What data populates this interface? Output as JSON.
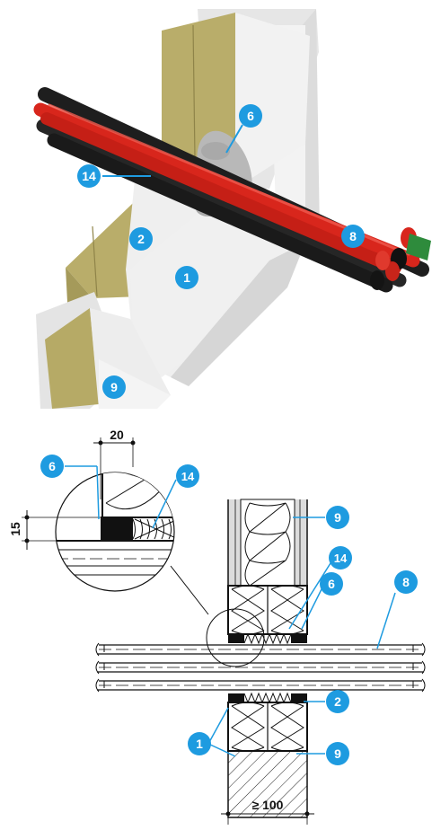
{
  "colors": {
    "badge": "#1e9be0",
    "cable_red": "#d8261c",
    "cable_black": "#222222",
    "cable_green": "#2e8b3c",
    "mineral_wool": "#b9ad6a",
    "board_white": "#eeeeee",
    "wall_grey": "#d8d8d8"
  },
  "render3d": {
    "badges": [
      "14",
      "6",
      "2",
      "8",
      "1",
      "9"
    ]
  },
  "section": {
    "badges": [
      "6",
      "14",
      "9",
      "14",
      "6",
      "8",
      "2",
      "1",
      "9"
    ],
    "dims": {
      "top_width": "20",
      "left_height": "15",
      "bottom_width": "≥ 100"
    }
  }
}
